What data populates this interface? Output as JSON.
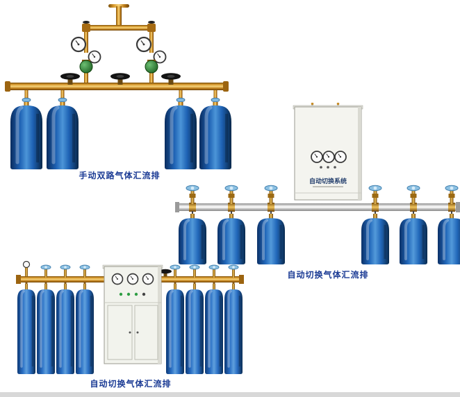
{
  "page": {
    "background": "#ffffff"
  },
  "palette": {
    "caption_color": "#1a3a94",
    "brass": "#c8862a",
    "cylinder_blue": "#1e62b4",
    "cabinet_body": "#f4f4ef",
    "pipe_silver": "#c9c9c9",
    "regulator_green": "#2e8f3e",
    "handwheel_dark": "#141414",
    "handwheel_blue": "#8cc0e2",
    "bottom_strip": "#d8d8d8"
  },
  "products": [
    {
      "caption": "手动双路气体汇流排"
    },
    {
      "caption": "自动切换气体汇流排"
    },
    {
      "caption": "自动切换气体汇流排"
    }
  ],
  "cabinet": {
    "label": "自动切换系统"
  }
}
